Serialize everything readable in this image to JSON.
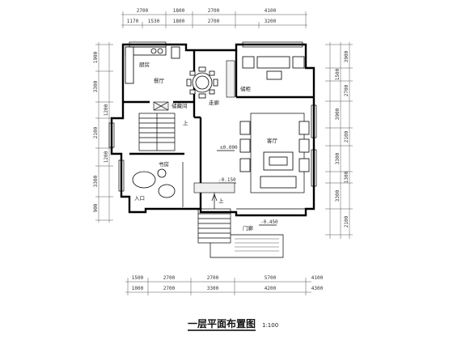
{
  "drawing": {
    "title": "一层平面布置图",
    "scale": "1:100"
  },
  "dimensions": {
    "top_outer": [
      "2700",
      "1800",
      "2700",
      "4100"
    ],
    "top_inner": [
      "1170",
      "1530",
      "1800",
      "2700",
      "3200"
    ],
    "bottom_outer": [
      "1500",
      "2700",
      "2700",
      "5700",
      "4100"
    ],
    "bottom_inner": [
      "1000",
      "2700",
      "3300",
      "4200",
      "4300"
    ],
    "left": [
      "1900",
      "3300",
      "1200",
      "2100",
      "1200",
      "3300",
      "900"
    ],
    "right": [
      "3900",
      "1500",
      "2700",
      "3900",
      "2100",
      "3300",
      "1300",
      "3300",
      "2100"
    ]
  },
  "rooms": {
    "kitchen": "厨房",
    "dining": "餐厅",
    "storage": "储藏间",
    "corridor": "走廊",
    "pantry": "储柜",
    "living": "客厅",
    "study": "书房",
    "stair": "上",
    "entry": "入口",
    "porch": "门廊"
  },
  "marks": {
    "elev_a": "±0.000",
    "elev_b": "-0.450",
    "elev_c": "-0.150",
    "up": "上"
  }
}
